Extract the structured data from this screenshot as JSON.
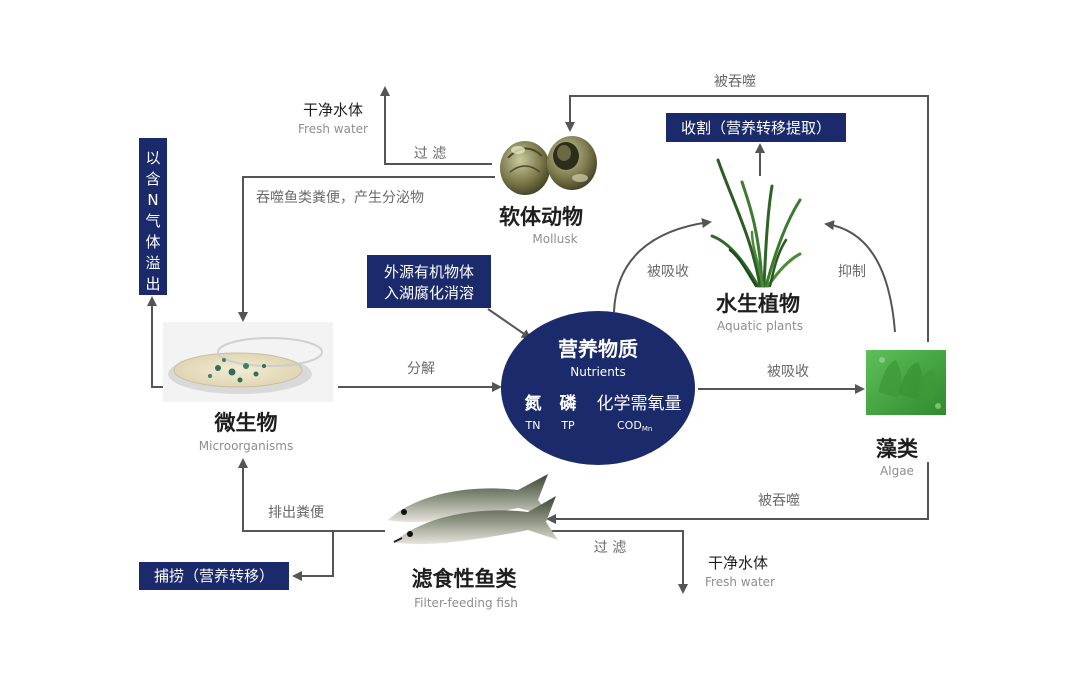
{
  "colors": {
    "navy": "#1b2a6b",
    "line": "#555555",
    "label": "#6a6a6a",
    "title": "#1e1e1e"
  },
  "nodes": {
    "mollusk": {
      "zh": "软体动物",
      "en": "Mollusk"
    },
    "plants": {
      "zh": "水生植物",
      "en": "Aquatic plants"
    },
    "microorganisms": {
      "zh": "微生物",
      "en": "Microorganisms"
    },
    "algae": {
      "zh": "藻类",
      "en": "Algae"
    },
    "fish": {
      "zh": "滤食性鱼类",
      "en": "Filter-feeding fish"
    },
    "nutrients": {
      "zh": "营养物质",
      "en": "Nutrients",
      "items": [
        {
          "zh": "氮",
          "en": "TN"
        },
        {
          "zh": "磷",
          "en": "TP"
        },
        {
          "zh": "化学需氧量",
          "en": "COD",
          "sub": "Mn"
        }
      ]
    }
  },
  "boxes": {
    "harvest": "收割（营养转移提取）",
    "external_zh_1": "外源有机物体",
    "external_zh_2": "入湖腐化消溶",
    "gas": [
      "以",
      "含",
      "N",
      "气",
      "体",
      "溢",
      "出"
    ],
    "catch": "捕捞（营养转移）"
  },
  "labels": {
    "clean_water_zh": "干净水体",
    "clean_water_en": "Fresh water",
    "filter": "过 滤",
    "eaten": "被吞噬",
    "absorbed": "被吸收",
    "inhibit": "抑制",
    "decompose": "分解",
    "feces_top": "吞噬鱼类粪便，产生分泌物",
    "feces_bottom": "排出粪便"
  }
}
